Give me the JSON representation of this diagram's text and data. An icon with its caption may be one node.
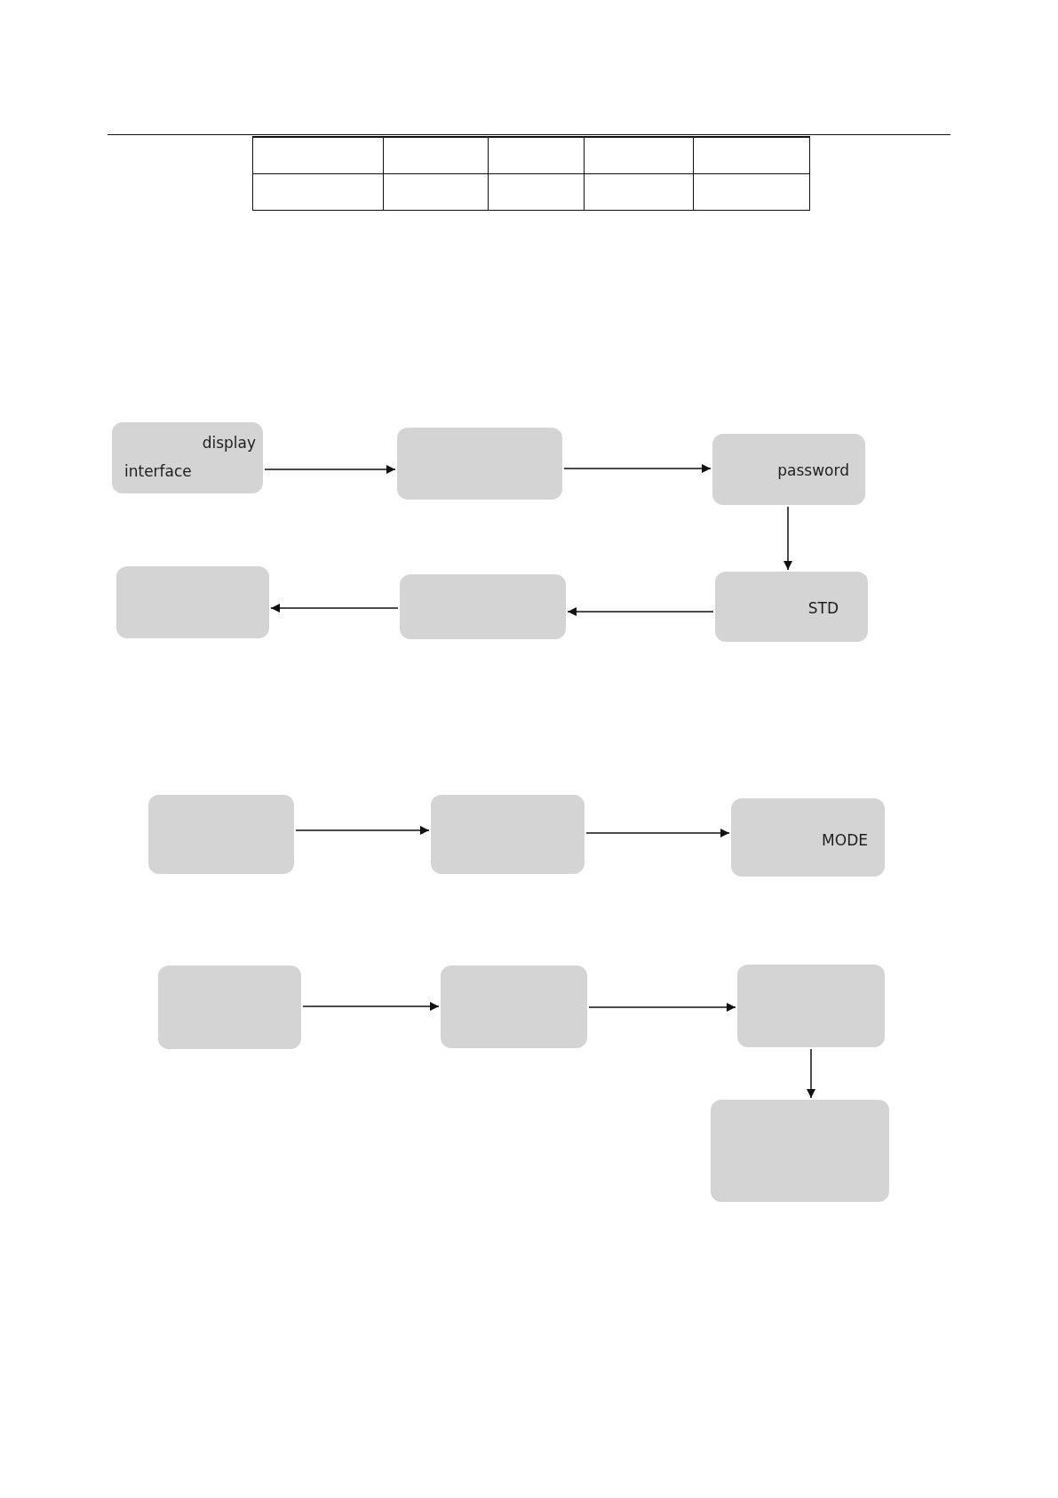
{
  "diagram": {
    "nodes": [
      {
        "text": [
          "display",
          "interface"
        ]
      },
      {
        "text": [],
        "shape": "box"
      },
      {
        "text": [
          "password"
        ]
      },
      {
        "text": [],
        "shape": "box"
      },
      {
        "text": [],
        "shape": "box"
      },
      {
        "text": [
          "STD"
        ]
      },
      {
        "text": [],
        "shape": "box"
      },
      {
        "text": [],
        "shape": "box"
      },
      {
        "text": [
          "MODE"
        ]
      },
      {
        "text": [],
        "shape": "box"
      },
      {
        "text": [],
        "shape": "box"
      },
      {
        "text": [],
        "shape": "box"
      },
      {
        "text": [],
        "shape": "box"
      }
    ],
    "edges": [
      {
        "from": 0,
        "to": 1,
        "arrow": "to"
      },
      {
        "from": 1,
        "to": 2,
        "arrow": "to"
      },
      {
        "from": 2,
        "to": 5,
        "arrow": "to"
      },
      {
        "from": 5,
        "to": 4,
        "arrow": "to"
      },
      {
        "from": 4,
        "to": 3,
        "arrow": "to"
      },
      {
        "from": 6,
        "to": 7,
        "arrow": "to"
      },
      {
        "from": 7,
        "to": 8,
        "arrow": "to"
      },
      {
        "from": 9,
        "to": 10,
        "arrow": "to"
      },
      {
        "from": 10,
        "to": 11,
        "arrow": "to"
      },
      {
        "from": 11,
        "to": 12,
        "arrow": "to"
      }
    ]
  }
}
